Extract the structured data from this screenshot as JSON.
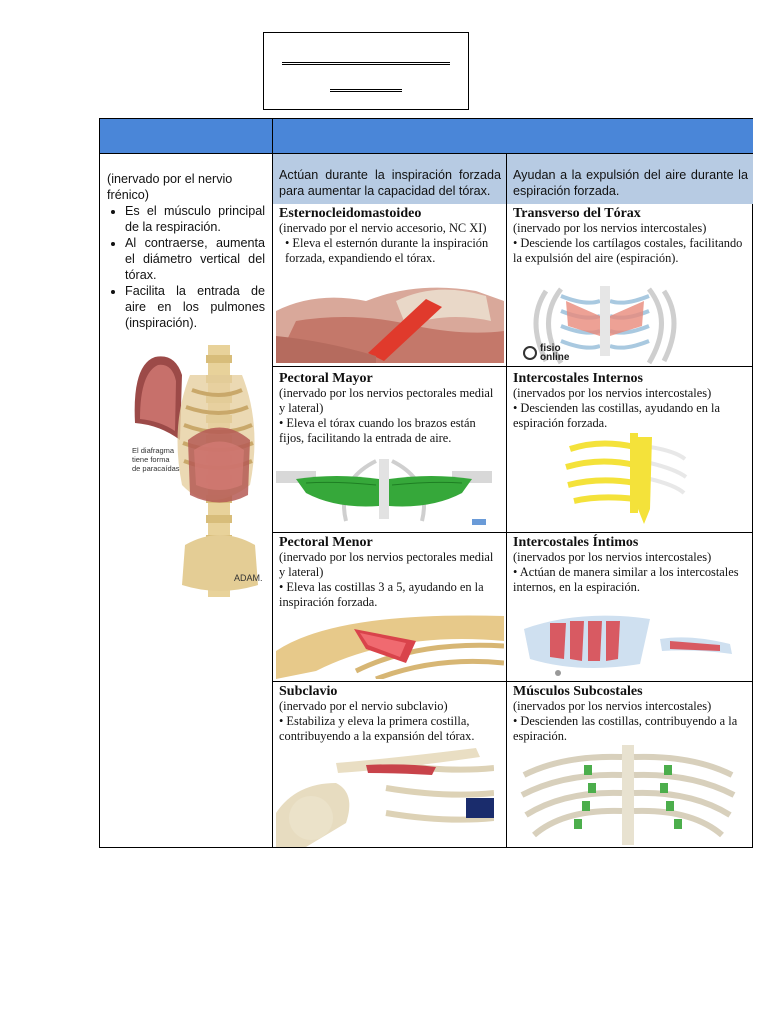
{
  "header_right": {
    "inspiracion": "Actúan durante la inspiración forzada para aumentar la capacidad del tórax.",
    "espiracion": "Ayudan a la expulsión del aire durante la espiración forzada."
  },
  "diaphragm": {
    "intro": "(inervado por el nervio frénico)",
    "bullets": [
      "Es el músculo principal de la respiración.",
      "Al contraerse, aumenta el diámetro vertical del tórax.",
      "Facilita la entrada de aire en los pulmones (inspiración)."
    ],
    "image_caption": "El diafragma tiene forma de paracaídas",
    "image_watermark": "ADAM."
  },
  "muscles": {
    "esternocleido": {
      "name": "Esternocleidomastoideo",
      "nerve": "(inervado por el nervio accesorio, NC XI)",
      "desc": "• Eleva el esternón durante la inspiración forzada, expandiendo el tórax."
    },
    "transverso": {
      "name": "Transverso del Tórax",
      "nerve": "(inervado por los nervios intercostales)",
      "desc": "• Desciende los cartílagos costales, facilitando la expulsión del aire (espiración).",
      "logo": "fisio online"
    },
    "pectoral_mayor": {
      "name": "Pectoral Mayor",
      "nerve": "(inervado por los nervios pectorales medial y lateral)",
      "desc": "• Eleva el tórax cuando los brazos están fijos, facilitando la entrada de aire."
    },
    "intercostales_internos": {
      "name": "Intercostales Internos",
      "nerve": "(inervados por los nervios intercostales)",
      "desc": "• Descienden las costillas, ayudando en la espiración forzada."
    },
    "pectoral_menor": {
      "name": "Pectoral Menor",
      "nerve": "(inervado por los nervios pectorales medial y lateral)",
      "desc": "• Eleva las costillas 3 a 5, ayudando en la inspiración forzada."
    },
    "intercostales_intimos": {
      "name": "Intercostales Íntimos",
      "nerve": "(inervados por los nervios intercostales)",
      "desc": "• Actúan de manera similar a los intercostales internos, en la espiración."
    },
    "subclavio": {
      "name": "Subclavio",
      "nerve": "(inervado por el nervio subclavio)",
      "desc": "• Estabiliza y eleva la primera costilla, contribuyendo a la expansión del tórax."
    },
    "subcostales": {
      "name": "Músculos Subcostales",
      "nerve": "(inervados por los nervios intercostales)",
      "desc": "• Descienden las costillas, contribuyendo a la espiración."
    }
  }
}
